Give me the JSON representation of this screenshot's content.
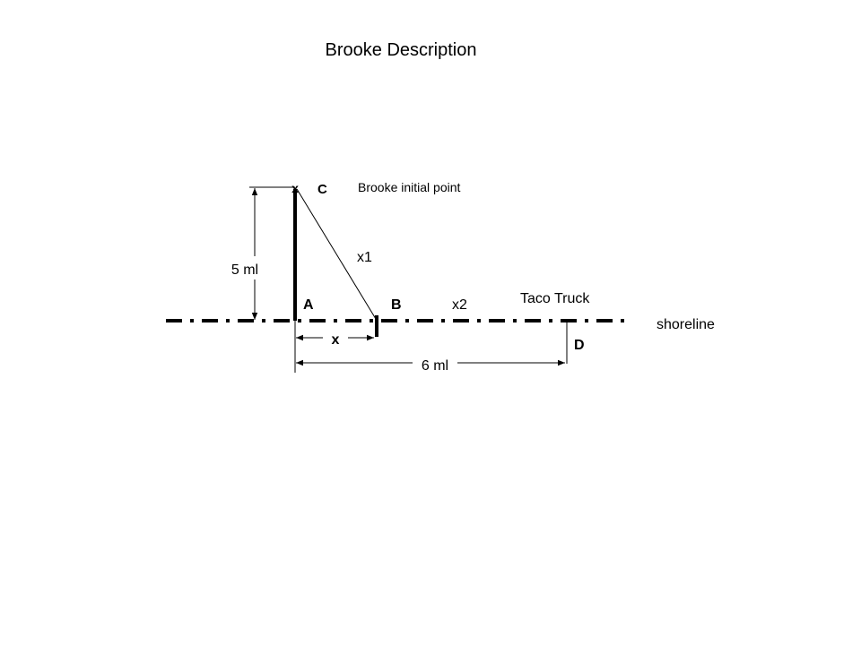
{
  "title": "Brooke Description",
  "labels": {
    "point_c": "C",
    "initial_point": "Brooke initial point",
    "x1": "x1",
    "five_ml": "5 ml",
    "point_a": "A",
    "point_b": "B",
    "x2": "x2",
    "taco_truck": "Taco Truck",
    "shoreline": "shoreline",
    "point_d": "D",
    "x": "x",
    "six_ml": "6 ml"
  }
}
